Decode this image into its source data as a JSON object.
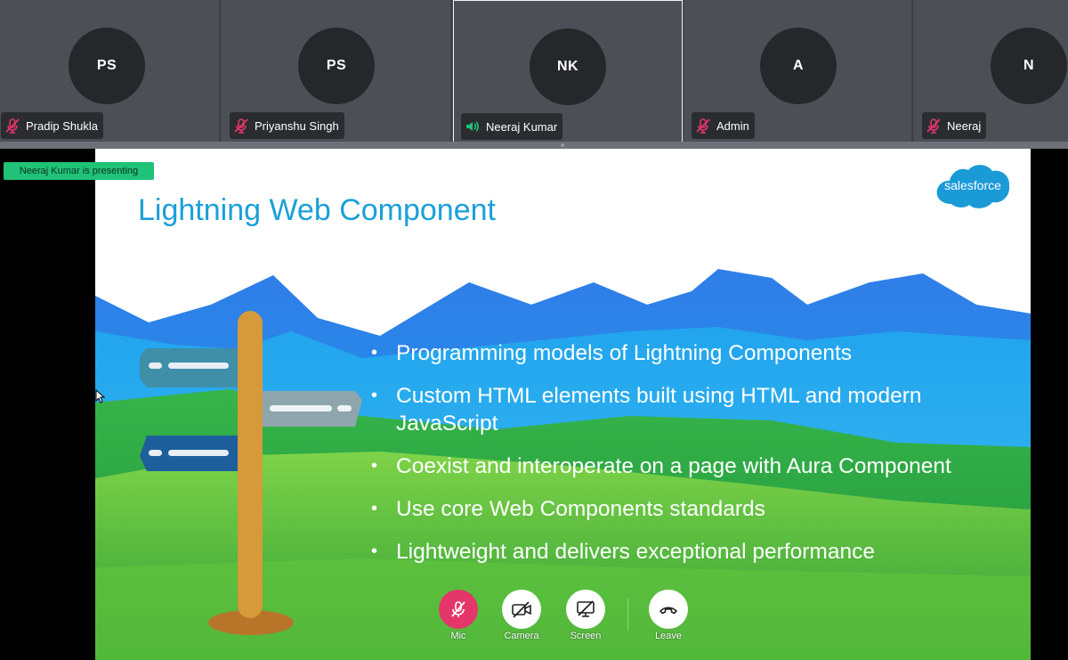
{
  "participants": [
    {
      "initials": "PS",
      "name": "Pradip Shukla",
      "mic": "muted"
    },
    {
      "initials": "PS",
      "name": "Priyanshu Singh",
      "mic": "muted"
    },
    {
      "initials": "NK",
      "name": "Neeraj Kumar",
      "mic": "speaking"
    },
    {
      "initials": "A",
      "name": "Admin",
      "mic": "muted"
    },
    {
      "initials": "N",
      "name": "Neeraj",
      "mic": "muted"
    }
  ],
  "presenting_label": "Neeraj Kumar is presenting",
  "slide": {
    "title": "Lightning Web Component",
    "logo_text": "salesforce",
    "bullets": [
      "Programming models of Lightning Components",
      "Custom HTML elements built using HTML and modern JavaScript",
      "Coexist and interoperate on a page with Aura Component",
      "Use core Web Components standards",
      "Lightweight and delivers exceptional performance"
    ]
  },
  "controls": {
    "mic_label": "Mic",
    "camera_label": "Camera",
    "screen_label": "Screen",
    "leave_label": "Leave"
  },
  "colors": {
    "mic_muted": "#e5366a",
    "speaking": "#1fc277",
    "title_blue": "#1aa0d8",
    "salesforce_blue": "#1b9ad8"
  },
  "icons": {
    "muted": "mic-off-icon",
    "speaking": "speaker-icon",
    "camera": "camera-off-icon",
    "screen": "screen-share-off-icon",
    "leave": "phone-hangup-icon"
  }
}
